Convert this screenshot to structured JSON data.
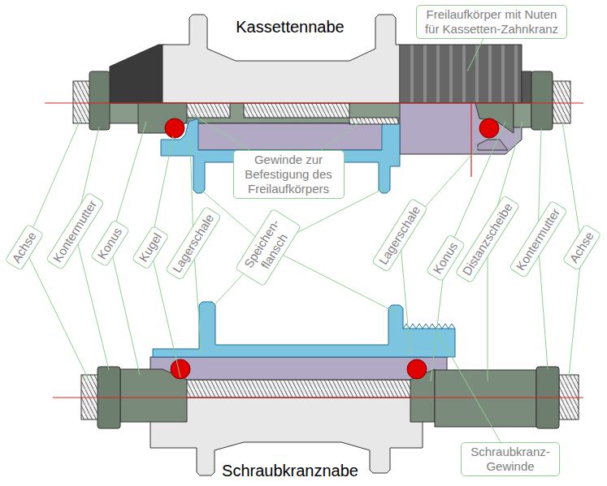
{
  "diagram": {
    "nodes": [
      {
        "text": [
          "Freilaufkörper mit Nuten für Kassetten-Zahnkranz"
        ]
      },
      {
        "text": [
          "Gewinde zur Befestigung des Freilaufkörpers"
        ]
      },
      {
        "text": [
          "Achse"
        ]
      },
      {
        "text": [
          "Kontermutter"
        ]
      },
      {
        "text": [
          "Konus"
        ]
      },
      {
        "text": [
          "Kugel"
        ]
      },
      {
        "text": [
          "Lagerschale"
        ]
      },
      {
        "text": [
          "Speichen- flansch"
        ]
      },
      {
        "text": [
          "Lagerschale"
        ]
      },
      {
        "text": [
          "Konus"
        ]
      },
      {
        "text": [
          "Distanzscheibe"
        ]
      },
      {
        "text": [
          "Kontermutter"
        ]
      },
      {
        "text": [
          "Achse"
        ]
      },
      {
        "text": [
          "Schraubkranz-Gewinde"
        ]
      }
    ],
    "labels": [
      "Kassettennabe",
      "Schraubkranznabe"
    ]
  }
}
